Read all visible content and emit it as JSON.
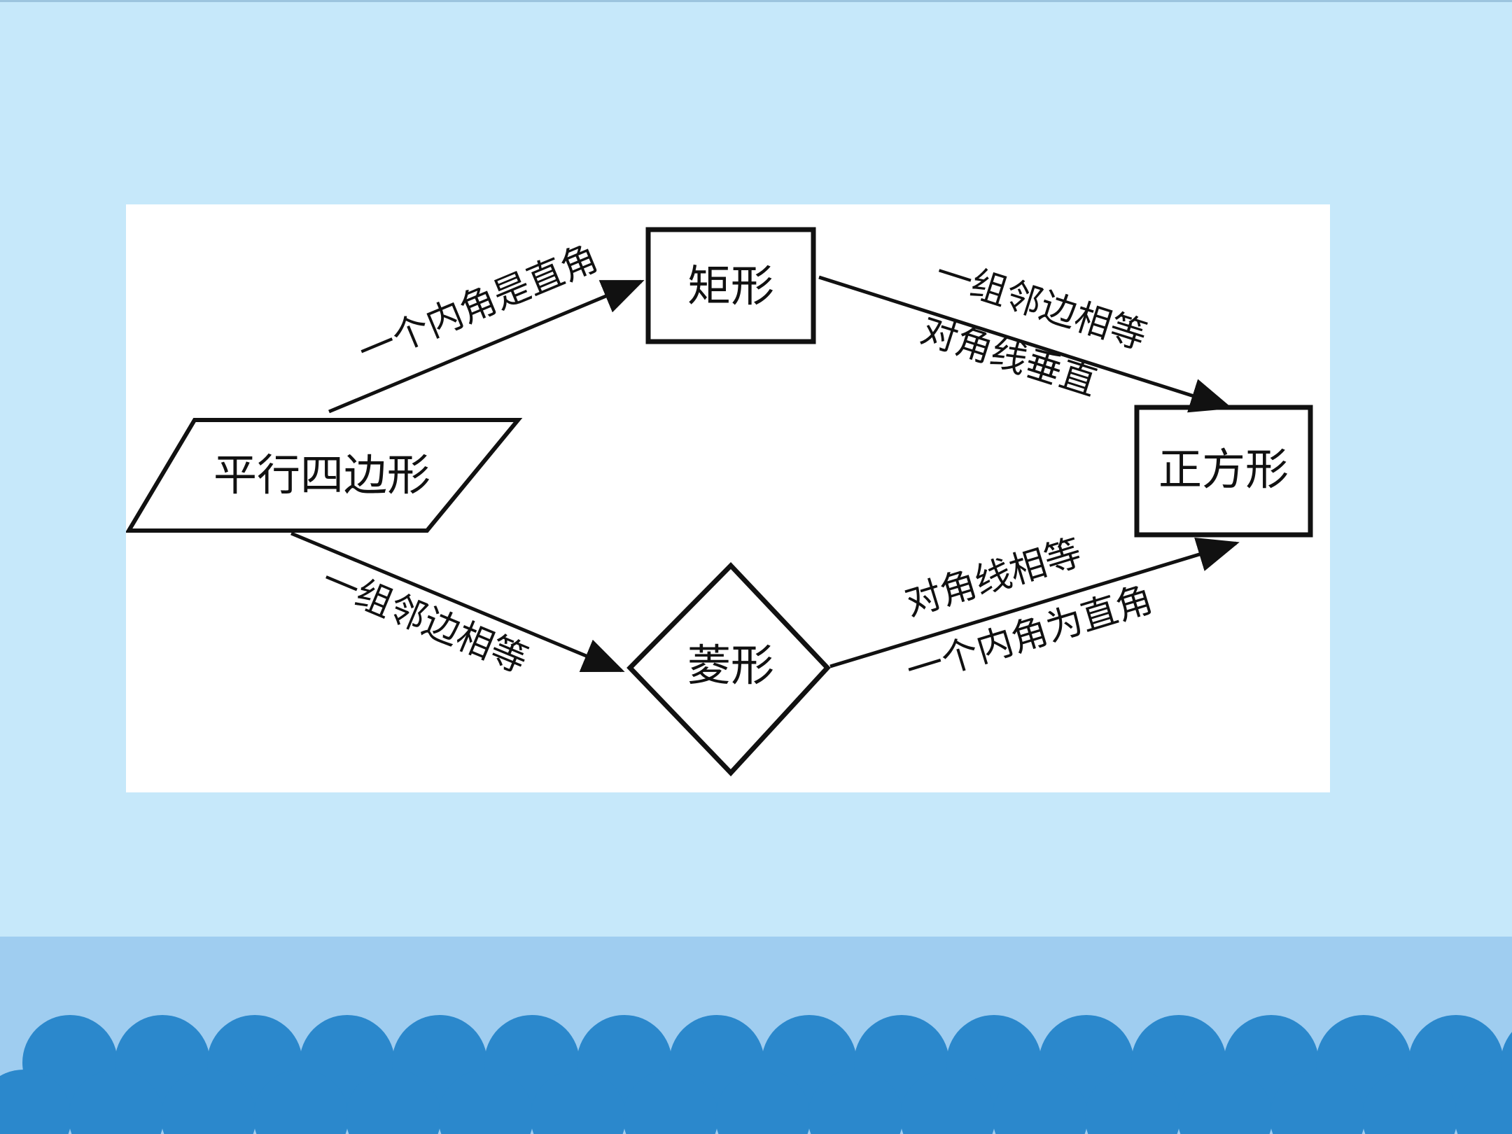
{
  "colors": {
    "background": "#c6e8fa",
    "panel": "#ffffff",
    "footer_band": "#9fcdf0",
    "scallop": "#2b88cc",
    "ink": "#111111"
  },
  "diagram": {
    "nodes": {
      "parallelogram": "平行四边形",
      "rectangle": "矩形",
      "rhombus": "菱形",
      "square": "正方形"
    },
    "edges": {
      "para_to_rect": "一个内角是直角",
      "para_to_rhombus": "一组邻边相等",
      "rect_to_square_line1": "一组邻边相等",
      "rect_to_square_line2": "对角线垂直",
      "rhombus_to_square_line1": "对角线相等",
      "rhombus_to_square_line2": "一个内角为直角"
    }
  }
}
